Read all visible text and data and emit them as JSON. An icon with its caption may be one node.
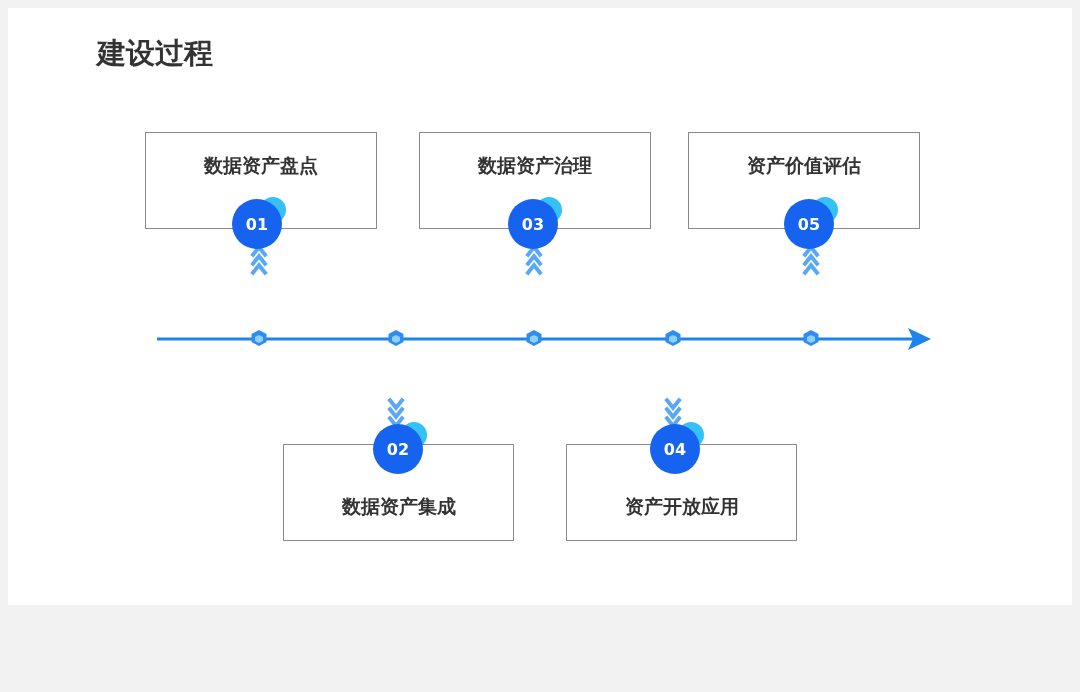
{
  "diagram": {
    "title": "建设过程",
    "nodes": [
      {
        "text": [
          "数据资产盘点"
        ]
      },
      {
        "text": [
          "01"
        ]
      },
      {
        "text": [
          "数据资产治理"
        ]
      },
      {
        "text": [
          "03"
        ]
      },
      {
        "text": [
          "资产价值评估"
        ]
      },
      {
        "text": [
          "05"
        ]
      },
      {
        "text": [],
        "shape": "box"
      },
      {
        "text": [],
        "shape": "box"
      },
      {
        "text": [],
        "shape": "box"
      },
      {
        "text": [],
        "shape": "box"
      },
      {
        "text": [],
        "shape": "box"
      },
      {
        "text": [
          "数据资产集成"
        ]
      },
      {
        "text": [
          "02"
        ]
      },
      {
        "text": [
          "资产开放应用"
        ]
      },
      {
        "text": [
          "04"
        ]
      }
    ],
    "edges": [
      {
        "from": 6,
        "to": 1,
        "arrow": "to"
      },
      {
        "from": 7,
        "to": 12,
        "arrow": "to"
      },
      {
        "from": 8,
        "to": 3,
        "arrow": "to"
      },
      {
        "from": 9,
        "to": 14,
        "arrow": "to"
      },
      {
        "from": 10,
        "to": 5,
        "arrow": "to"
      }
    ]
  }
}
